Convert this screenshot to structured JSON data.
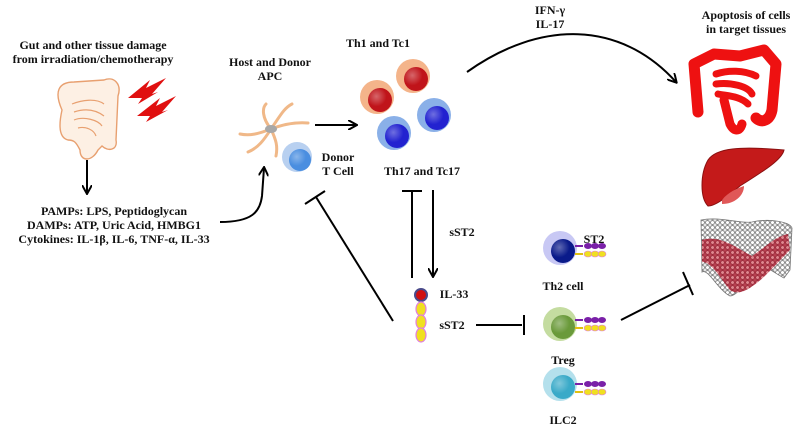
{
  "title": "IL-33/ST2 axis in graft-versus-host disease",
  "labels": {
    "tissue_damage": [
      "Gut and other tissue damage",
      "from irradiation/chemotherapy"
    ],
    "signals": [
      "PAMPs: LPS, Peptidoglycan",
      "DAMPs: ATP, Uric Acid, HMBG1",
      "Cytokines: IL-1β, IL-6, TNF-α, IL-33"
    ],
    "apc": [
      "Host and Donor",
      "APC"
    ],
    "donor_t_cell": [
      "Donor",
      "T Cell"
    ],
    "th1_tc1": "Th1 and Tc1",
    "th17_tc17": "Th17 and Tc17",
    "cytokines_out": [
      "IFN-γ",
      "IL-17"
    ],
    "apoptosis": [
      "Apoptosis of cells",
      "in target tissues"
    ],
    "sst2_arrow": "sST2",
    "il33": "IL-33",
    "sst2_complex": "sST2",
    "st2": "ST2",
    "th2_cell": "Th2 cell",
    "treg": "Treg",
    "ilc2": "ILC2"
  },
  "colors": {
    "arrow": "#000000",
    "lightning": "#e01010",
    "gut_outline": "#e8a070",
    "gut_fill": "#fdf0e4",
    "target_gut": "#ee1111",
    "liver": "#c41a1a",
    "th1_core": "#c0141a",
    "th1_halo": "#f4b48a",
    "th17_core": "#2222d0",
    "th17_halo": "#8ab0e8",
    "donor_core": "#4a8ee0",
    "th2_core": "#0a1a8a",
    "treg_core": "#6a9a3a",
    "ilc2_core": "#3aaac8",
    "receptor_purple": "#7a20a8",
    "receptor_yellow": "#f0e020",
    "il33": "#d01010"
  },
  "edges": [
    {
      "from": "tissue-damage",
      "to": "signals",
      "type": "activates"
    },
    {
      "from": "signals",
      "to": "apc",
      "type": "activates"
    },
    {
      "from": "apc",
      "to": "th1-th17-cells",
      "type": "activates"
    },
    {
      "from": "th1-th17-cells",
      "to": "target-tissues",
      "type": "activates",
      "label": "IFN-γ / IL-17"
    },
    {
      "from": "th1-th17-cells",
      "to": "sst2-complex",
      "type": "activates",
      "label": "sST2"
    },
    {
      "from": "sst2-complex",
      "to": "th1-th17-cells",
      "type": "inhibits"
    },
    {
      "from": "sst2-complex",
      "to": "donor-t-cell",
      "type": "inhibits"
    },
    {
      "from": "sst2-complex",
      "to": "treg",
      "type": "inhibits"
    },
    {
      "from": "treg",
      "to": "target-tissues",
      "type": "inhibits"
    }
  ]
}
